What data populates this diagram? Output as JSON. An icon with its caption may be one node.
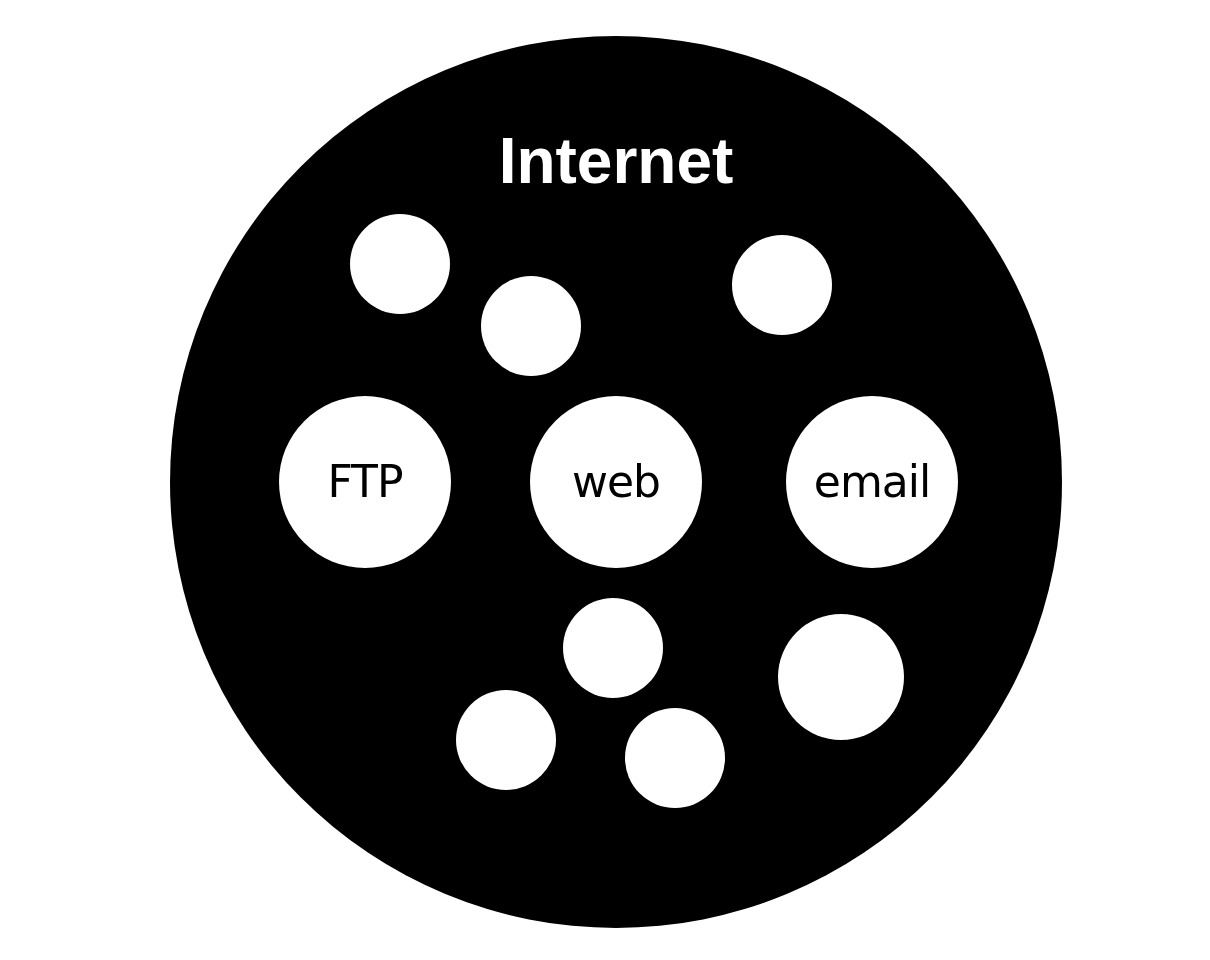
{
  "diagram": {
    "nodes": [
      {
        "text": [
          "Internet"
        ]
      },
      {
        "text": [],
        "shape": "circle",
        "in": 0
      },
      {
        "text": [],
        "shape": "circle",
        "in": 0
      },
      {
        "text": [],
        "shape": "circle",
        "in": 0
      },
      {
        "text": [
          "FTP"
        ],
        "in": 0
      },
      {
        "text": [
          "web"
        ],
        "in": 0
      },
      {
        "text": [
          "email"
        ],
        "in": 0
      },
      {
        "text": [],
        "shape": "circle",
        "in": 0
      },
      {
        "text": [],
        "shape": "circle",
        "in": 0
      },
      {
        "text": [],
        "shape": "circle",
        "in": 0
      },
      {
        "text": [],
        "shape": "circle",
        "in": 0
      }
    ]
  }
}
